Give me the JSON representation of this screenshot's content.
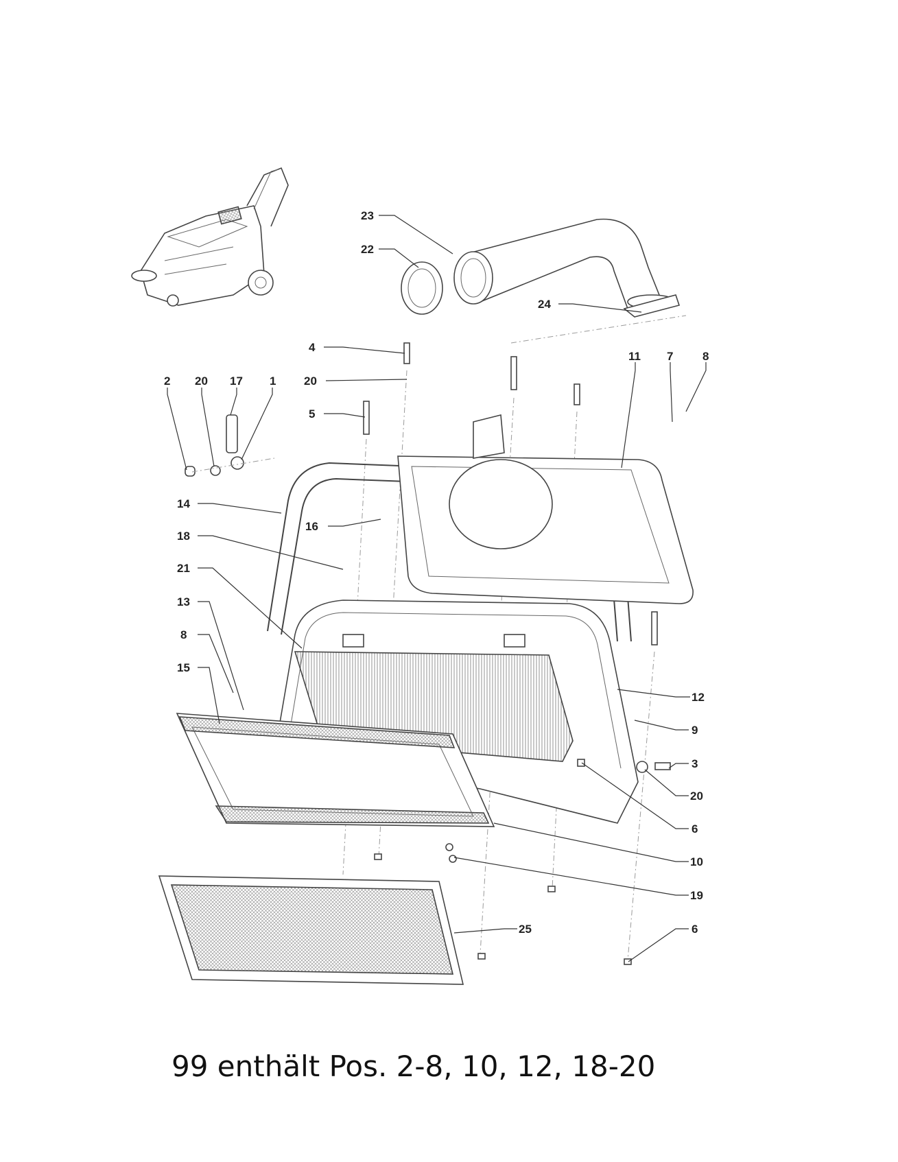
{
  "diagram": {
    "title": "Exploded parts view - filter housing",
    "callouts": {
      "c1": "1",
      "c2": "2",
      "c3": "3",
      "c4": "4",
      "c5": "5",
      "c6a": "6",
      "c6b": "6",
      "c7": "7",
      "c8a": "8",
      "c8b": "8",
      "c9": "9",
      "c10": "10",
      "c11": "11",
      "c12": "12",
      "c13": "13",
      "c14": "14",
      "c15": "15",
      "c16": "16",
      "c17": "17",
      "c18": "18",
      "c19": "19",
      "c20a": "20",
      "c20b": "20",
      "c20c": "20",
      "c21": "21",
      "c22": "22",
      "c23": "23",
      "c24": "24",
      "c25": "25"
    }
  },
  "footer": {
    "note": "99 enthält Pos. 2-8, 10, 12, 18-20"
  }
}
